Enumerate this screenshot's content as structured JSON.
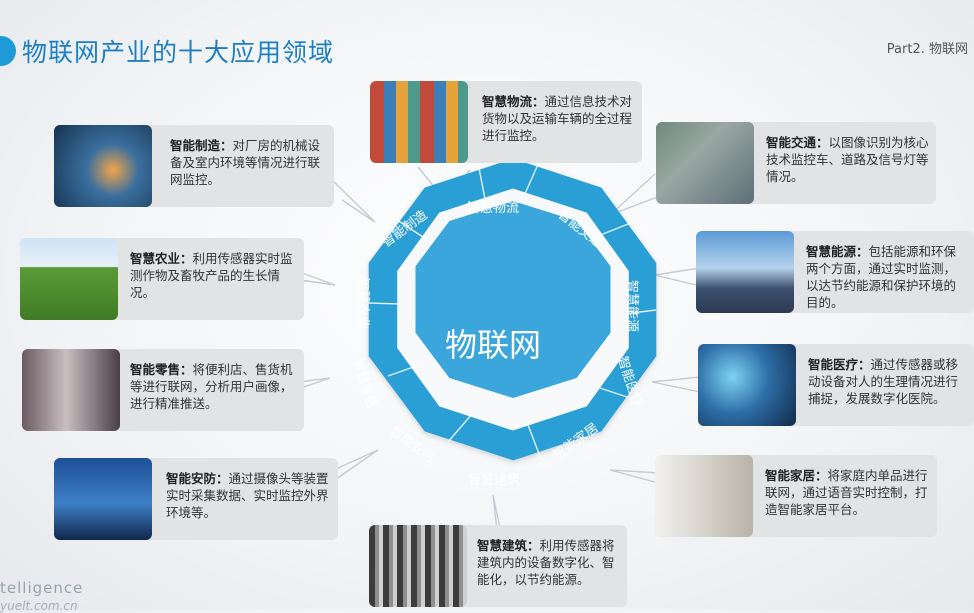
{
  "header": {
    "title": "物联网产业的十大应用领域",
    "part_label": "Part2. 物联网"
  },
  "center": {
    "label": "物联网"
  },
  "ring_segments": [
    {
      "id": "logistics",
      "label": "智慧物流"
    },
    {
      "id": "traffic",
      "label": "智能交通"
    },
    {
      "id": "energy",
      "label": "智慧能源"
    },
    {
      "id": "medical",
      "label": "智能医疗"
    },
    {
      "id": "home",
      "label": "智能家居"
    },
    {
      "id": "building",
      "label": "智慧建筑"
    },
    {
      "id": "security",
      "label": "智能安防"
    },
    {
      "id": "retail",
      "label": "智慧零售"
    },
    {
      "id": "agri",
      "label": "智慧农业"
    },
    {
      "id": "mfg",
      "label": "智能制造"
    }
  ],
  "cards": {
    "logistics": {
      "title": "智慧物流：",
      "desc": "通过信息技术对货物以及运输车辆的全过程进行监控。"
    },
    "traffic": {
      "title": "智能交通：",
      "desc": "以图像识别为核心技术监控车、道路及信号灯等情况。"
    },
    "energy": {
      "title": "智慧能源：",
      "desc": "包括能源和环保两个方面，通过实时监测，以达节约能源和保护环境的目的。"
    },
    "medical": {
      "title": "智能医疗：",
      "desc": "通过传感器或移动设备对人的生理情况进行捕捉，发展数字化医院。"
    },
    "home": {
      "title": "智能家居：",
      "desc": "将家庭内单品进行联网，通过语音实时控制，打造智能家居平台。"
    },
    "building": {
      "title": "智慧建筑：",
      "desc": "利用传感器将建筑内的设备数字化、智能化，以节约能源。"
    },
    "security": {
      "title": "智能安防：",
      "desc": "通过摄像头等装置实时采集数据、实时监控外界环境等。"
    },
    "retail": {
      "title": "智能零售：",
      "desc": "将便利店、售货机等进行联网，分析用户画像，进行精准推送。"
    },
    "agri": {
      "title": "智慧农业：",
      "desc": "利用传感器实时监测作物及畜牧产品的生长情况。"
    },
    "mfg": {
      "title": "智能制造：",
      "desc": "对厂房的机械设备及室内环境等情况进行联网监控。"
    }
  },
  "footer": {
    "text": "telligence",
    "url": "yuelt.com.cn"
  },
  "colors": {
    "accent": "#1e9bd7",
    "ring": "#2a9fd6",
    "center": "#3aa6dc",
    "card_bg": "#e2e3e5"
  }
}
